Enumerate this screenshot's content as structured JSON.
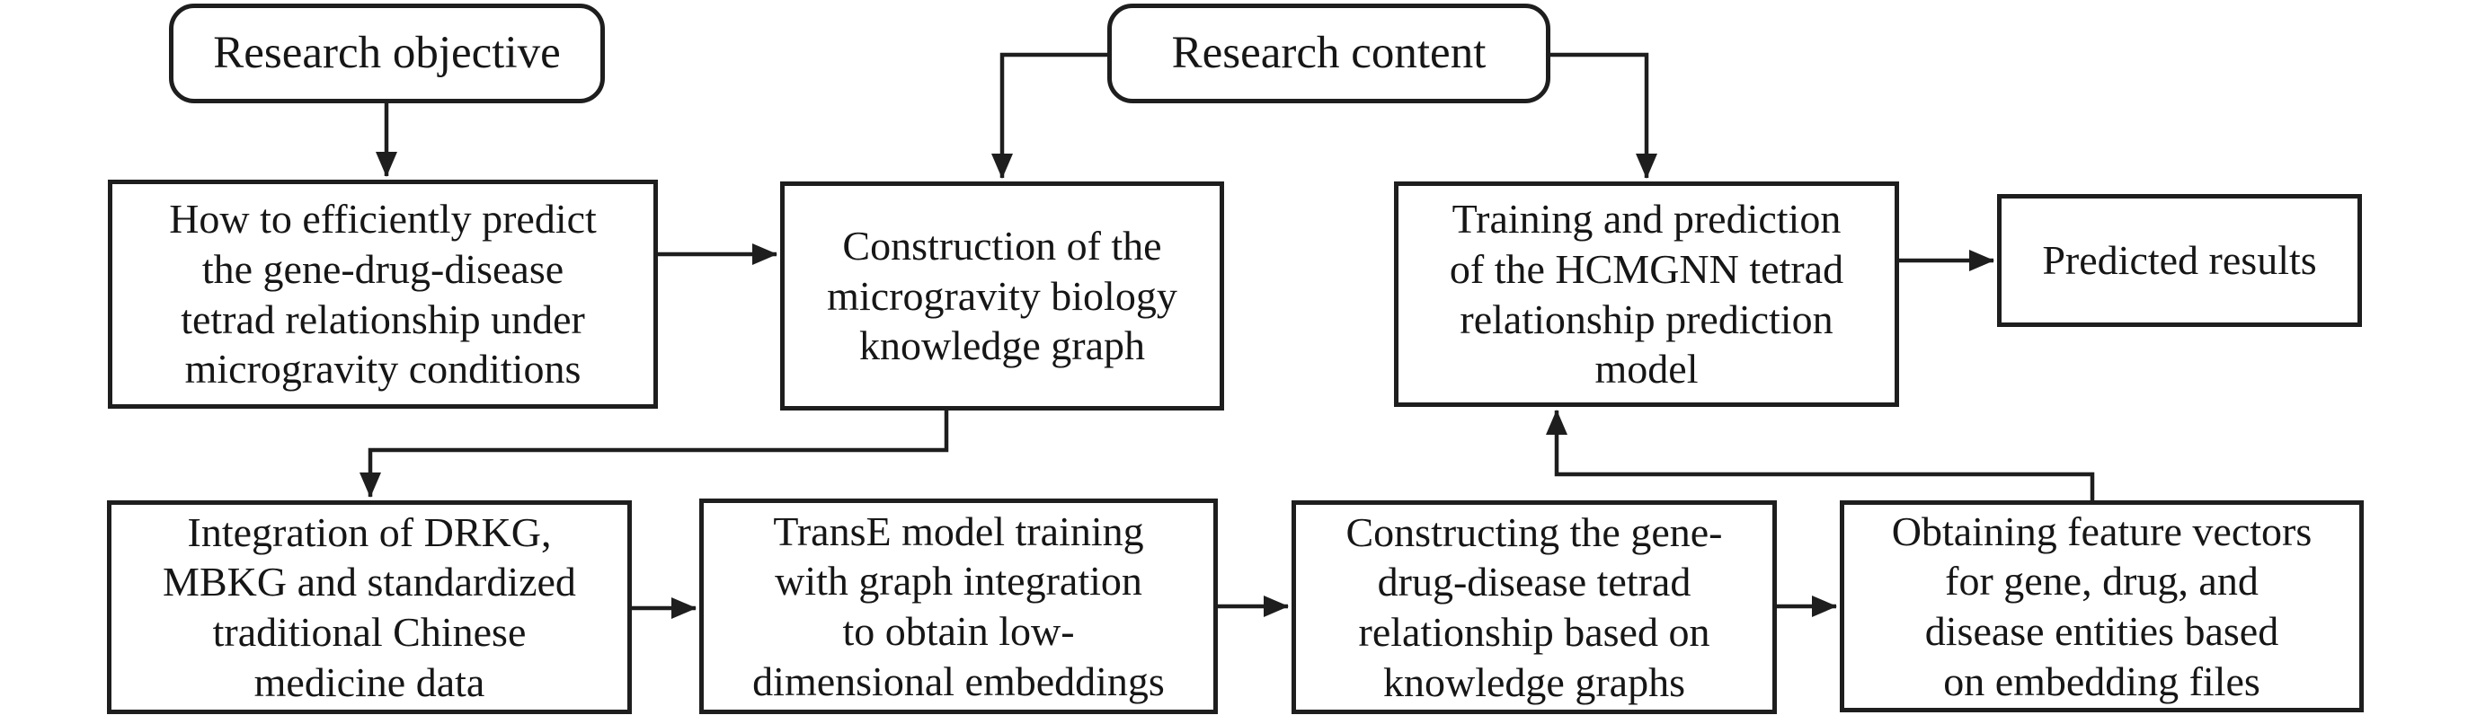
{
  "diagram": {
    "background_color": "#ffffff",
    "line_color": "#1e1e1e",
    "nodes": {
      "research_objective": {
        "label": "Research objective"
      },
      "research_content": {
        "label": "Research content"
      },
      "how": {
        "label": "How to efficiently predict\nthe gene-drug-disease\ntetrad relationship under\nmicrogravity conditions"
      },
      "construction": {
        "label": "Construction of the\nmicrogravity biology\nknowledge graph"
      },
      "training": {
        "label": "Training and prediction\nof the HCMGNN tetrad\nrelationship prediction\nmodel"
      },
      "predicted": {
        "label": "Predicted results"
      },
      "integration": {
        "label": "Integration of DRKG,\nMBKG and standardized\ntraditional Chinese\nmedicine data"
      },
      "transe": {
        "label": "TransE model training\nwith graph integration\nto obtain low-\ndimensional embeddings"
      },
      "constructing": {
        "label": "Constructing the gene-\ndrug-disease tetrad\nrelationship based on\nknowledge graphs"
      },
      "obtaining": {
        "label": "Obtaining feature vectors\nfor gene, drug, and\ndisease entities based\non embedding files"
      }
    }
  }
}
